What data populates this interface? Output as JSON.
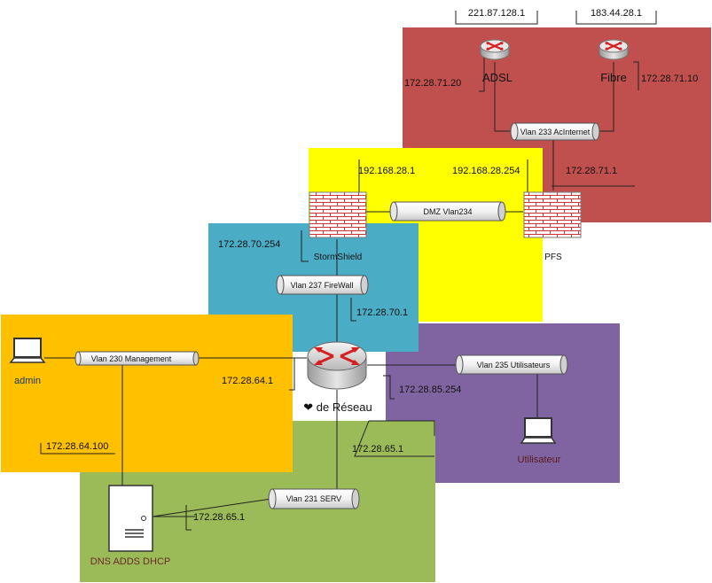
{
  "colors": {
    "internet_zone": "#c0504d",
    "dmz_zone": "#ffff00",
    "firewall_zone": "#4bacc6",
    "management_zone": "#ffc000",
    "users_zone": "#8064a2",
    "server_zone": "#9bbb59",
    "brick": "#cc3333",
    "router_arrow": "#d42020",
    "line": "#222222",
    "admin_label": "#1f3864",
    "server_label": "#6b2a2a"
  },
  "wan": {
    "ip_adsl_public": "221.87.128.1",
    "ip_fibre_public": "183.44.28.1",
    "adsl_label": "ADSL",
    "fibre_label": "Fibre",
    "ip_adsl_lan": "172.28.71.20",
    "ip_fibre_lan": "172.28.71.10"
  },
  "vlans": {
    "internet": "Vlan 233 AcInternet",
    "dmz": "DMZ Vlan234",
    "firewall": "Vlan 237 FireWall",
    "management": "Vlan 230 Management",
    "users": "Vlan 235 Utilisateurs",
    "servers": "Vlan 231 SERV"
  },
  "firewalls": {
    "stormshield_label": "StormShield",
    "pfs_label": "PFS",
    "ip_storm_dmz": "192.168.28.1",
    "ip_pfs_dmz": "192.168.28.254",
    "ip_pfs_wan": "172.28.71.1",
    "ip_storm_inside": "172.28.70.254"
  },
  "core": {
    "label": "❤ de Réseau",
    "ip_firewall_vlan": "172.28.70.1",
    "ip_mgmt_vlan": "172.28.64.1",
    "ip_users_vlan": "172.28.85.254",
    "ip_serv_vlan": "172.28.65.1"
  },
  "hosts": {
    "admin_label": "admin",
    "admin_ip": "172.28.64.100",
    "user_label": "Utilisateur",
    "server_label": "DNS ADDS DHCP",
    "server_ip": "172.28.65.1"
  },
  "icons": {
    "router": "router-icon",
    "firewall": "brick-firewall-icon",
    "laptop": "laptop-icon",
    "server": "server-icon"
  }
}
